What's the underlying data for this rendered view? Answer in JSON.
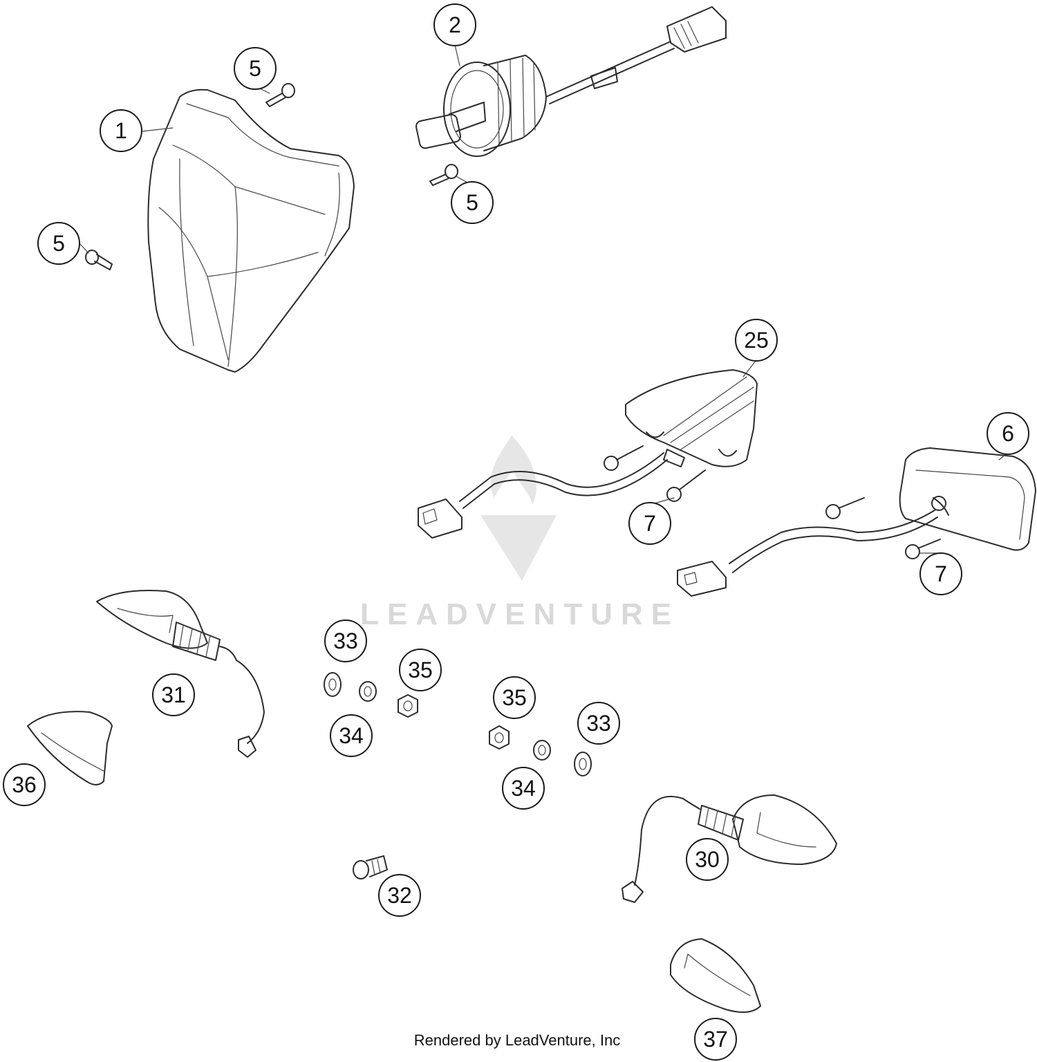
{
  "callouts": [
    "1",
    "2",
    "5",
    "5",
    "5",
    "6",
    "7",
    "7",
    "25",
    "30",
    "31",
    "32",
    "33",
    "33",
    "34",
    "34",
    "35",
    "35",
    "36",
    "37"
  ],
  "watermark": {
    "brand": "LEADVENTURE"
  },
  "credit": "Rendered by LeadVenture, Inc",
  "colors": {
    "line": "#2b2b2b",
    "background": "#ffffff",
    "watermark": "#d9d9d9"
  }
}
